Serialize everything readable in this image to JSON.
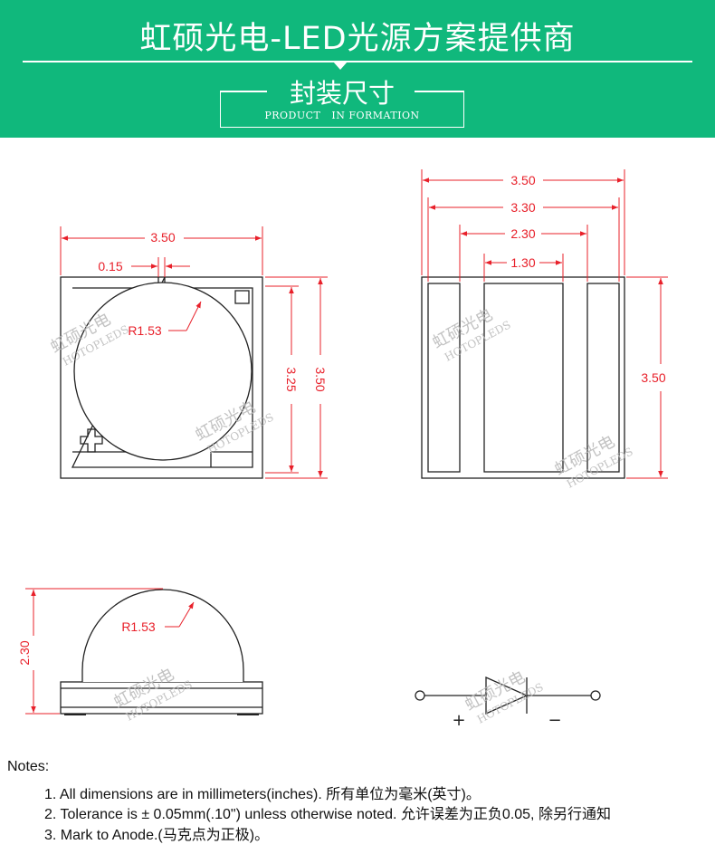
{
  "header": {
    "title": "虹硕光电-LED光源方案提供商",
    "section_title": "封装尺寸",
    "section_subtitle": "PRODUCT   IN FORMATION"
  },
  "colors": {
    "banner": "#10b87c",
    "dimension": "#e8202a",
    "outline": "#222222",
    "watermark": "#b8b8b8"
  },
  "top_view": {
    "width": "3.50",
    "gap": "0.15",
    "radius": "R1.53",
    "inner_height": "3.25",
    "height": "3.50"
  },
  "pad_view": {
    "width_outer": "3.50",
    "width_inner": "3.30",
    "span_mid": "2.30",
    "span_center": "1.30",
    "height": "3.50"
  },
  "side_view": {
    "radius": "R1.53",
    "height": "2.30"
  },
  "symbol": {
    "plus": "+",
    "minus": "−"
  },
  "watermark": {
    "cn": "虹硕光电",
    "en": "HOTOPLEDS"
  },
  "notes": {
    "title": "Notes:",
    "items": [
      "1. All dimensions are in millimeters(inches).  所有单位为毫米(英寸)。",
      "2. Tolerance is ± 0.05mm(.10\") unless otherwise noted.  允许误差为正负0.05, 除另行通知",
      "3. Mark to Anode.(马克点为正极)。"
    ]
  }
}
